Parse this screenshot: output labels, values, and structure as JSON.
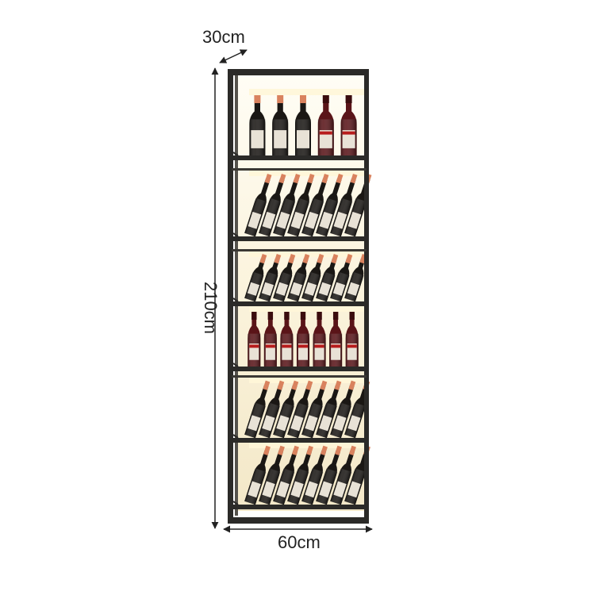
{
  "dimensions": {
    "depth": "30cm",
    "height": "210cm",
    "width": "60cm"
  },
  "colors": {
    "frame": "#2b2a28",
    "backlight": "#fbf5e4",
    "glow": "#fff6d8",
    "bottle_dark": "#1a1714",
    "bottle_red": "#5a1418",
    "cap_orange": "#d9825e",
    "label": "#e8e2d6"
  },
  "shelves": [
    {
      "style": "upright",
      "count": 5
    },
    {
      "style": "angled",
      "count": 8
    },
    {
      "style": "angled",
      "count": 8
    },
    {
      "style": "upright",
      "count": 7
    },
    {
      "style": "angled",
      "count": 8
    },
    {
      "style": "angled",
      "count": 8
    }
  ]
}
